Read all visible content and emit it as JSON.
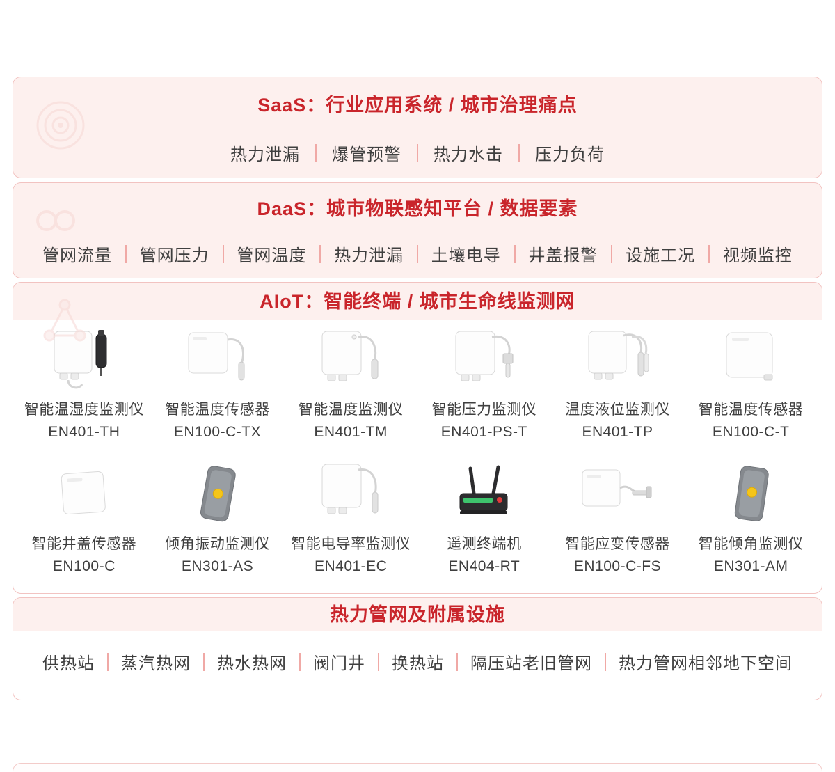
{
  "colors": {
    "accent_red": "#c9252b",
    "panel_background": "#fdf0ee",
    "panel_border": "#f2c3c1",
    "divider": "#f0a9a6",
    "body_text": "#3f3f3f",
    "device_yellow": "#f5c518",
    "router_green": "#3ec46d"
  },
  "saas": {
    "title": "SaaS：行业应用系统 / 城市治理痛点",
    "watermark_icon": "target-circles-icon",
    "items": [
      "热力泄漏",
      "爆管预警",
      "热力水击",
      "压力负荷"
    ]
  },
  "daas": {
    "title": "DaaS：城市物联感知平台 / 数据要素",
    "watermark_icon": "infinity-icon",
    "items": [
      "管网流量",
      "管网压力",
      "管网温度",
      "热力泄漏",
      "土壤电导",
      "井盖报警",
      "设施工况",
      "视频监控"
    ]
  },
  "aiot": {
    "title": "AIoT：智能终端 / 城市生命线监测网",
    "watermark_icon": "network-nodes-icon",
    "devices": [
      {
        "name": "智能温湿度监测仪",
        "model": "EN401-TH",
        "icon": "datalogger-black-probe-icon"
      },
      {
        "name": "智能温度传感器",
        "model": "EN100-C-TX",
        "icon": "panel-wire-probe-icon"
      },
      {
        "name": "智能温度监测仪",
        "model": "EN401-TM",
        "icon": "datalogger-wire-probe-icon"
      },
      {
        "name": "智能压力监测仪",
        "model": "EN401-PS-T",
        "icon": "datalogger-pressure-transmitter-icon"
      },
      {
        "name": "温度液位监测仪",
        "model": "EN401-TP",
        "icon": "datalogger-level-probe-icon"
      },
      {
        "name": "智能温度传感器",
        "model": "EN100-C-T",
        "icon": "flat-panel-sensor-icon"
      },
      {
        "name": "智能井盖传感器",
        "model": "EN100-C",
        "icon": "flat-panel-sensor-icon"
      },
      {
        "name": "倾角振动监测仪",
        "model": "EN301-AS",
        "icon": "tilt-wedge-yellow-dot-icon"
      },
      {
        "name": "智能电导率监测仪",
        "model": "EN401-EC",
        "icon": "datalogger-wire-probe-icon"
      },
      {
        "name": "遥测终端机",
        "model": "EN404-RT",
        "icon": "telemetry-router-antennas-icon"
      },
      {
        "name": "智能应变传感器",
        "model": "EN100-C-FS",
        "icon": "panel-strain-arm-icon"
      },
      {
        "name": "智能倾角监测仪",
        "model": "EN301-AM",
        "icon": "tilt-wedge-yellow-dot-icon"
      }
    ]
  },
  "infra": {
    "title": "热力管网及附属设施",
    "items": [
      "供热站",
      "蒸汽热网",
      "热水热网",
      "阀门井",
      "换热站",
      "隔压站老旧管网",
      "热力管网相邻地下空间"
    ]
  }
}
